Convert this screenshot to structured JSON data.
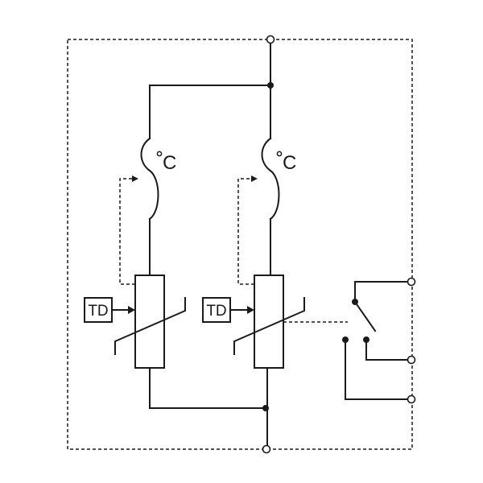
{
  "components": {
    "delay_left": {
      "label": "TD"
    },
    "delay_right": {
      "label": "TD"
    },
    "thermal_left": {
      "unit": "C"
    },
    "thermal_right": {
      "unit": "C"
    }
  },
  "colors": {
    "stroke": "#1a1a1a",
    "background": "#ffffff"
  }
}
